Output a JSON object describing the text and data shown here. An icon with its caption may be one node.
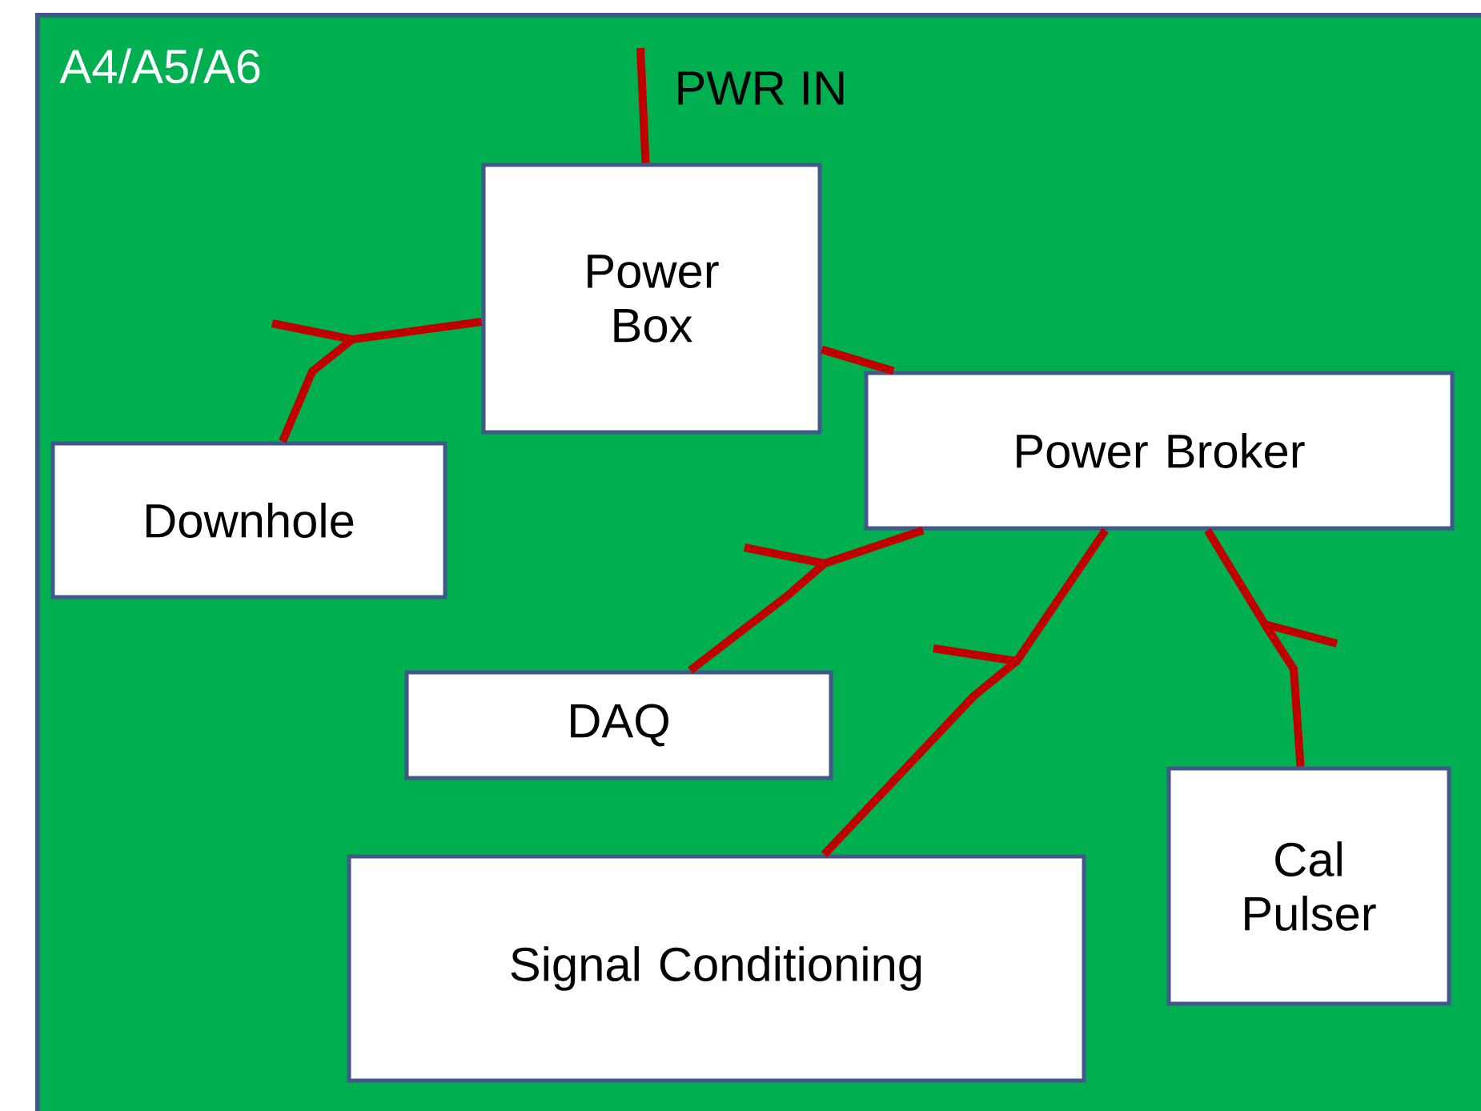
{
  "diagram": {
    "nodes": [
      {
        "text": [
          "A4/A5/A6"
        ]
      },
      {
        "text": [
          "Power Box"
        ],
        "in": 0
      },
      {
        "text": [
          "Power Broker"
        ],
        "in": 0
      },
      {
        "text": [
          "Downhole"
        ],
        "in": 0
      },
      {
        "text": [
          "DAQ"
        ],
        "in": 0
      },
      {
        "text": [
          "Signal Conditioning"
        ],
        "in": 0
      },
      {
        "text": [
          "Cal Pulser"
        ],
        "in": 0
      }
    ],
    "edges": [
      {
        "from": null,
        "to": 1,
        "arrow": "none",
        "label": "PWR IN"
      },
      {
        "from": 1,
        "to": 3,
        "arrow": "none"
      },
      {
        "from": 1,
        "to": 2,
        "arrow": "none"
      },
      {
        "from": 2,
        "to": 4,
        "arrow": "none"
      },
      {
        "from": 2,
        "to": 5,
        "arrow": "none"
      },
      {
        "from": 2,
        "to": 6,
        "arrow": "none"
      }
    ]
  }
}
